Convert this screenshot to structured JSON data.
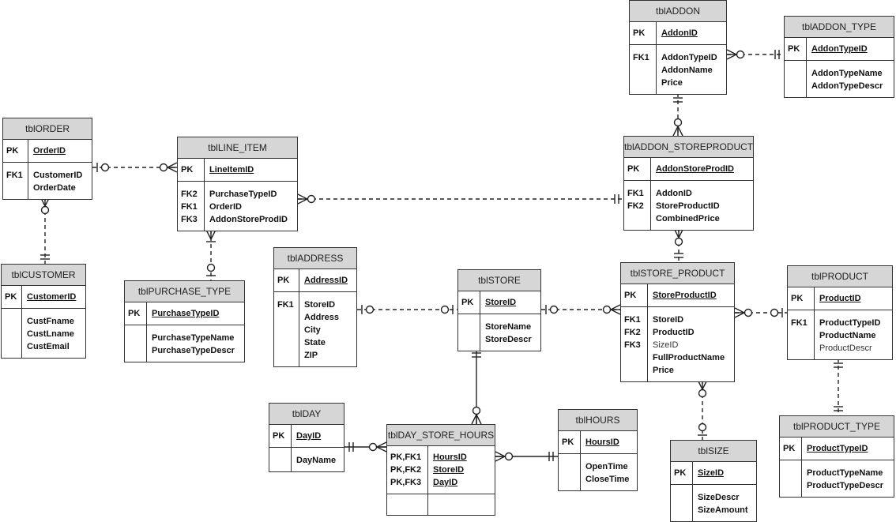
{
  "entities": [
    {
      "id": "tblORDER",
      "title": "tblORDER",
      "pk": [
        [
          "PK",
          "OrderID"
        ]
      ],
      "attrs": [
        [
          "FK1",
          "CustomerID"
        ],
        [
          "",
          "OrderDate"
        ]
      ]
    },
    {
      "id": "tblCUSTOMER",
      "title": "tblCUSTOMER",
      "pk": [
        [
          "PK",
          "CustomerID"
        ]
      ],
      "attrs": [
        [
          "",
          "CustFname"
        ],
        [
          "",
          "CustLname"
        ],
        [
          "",
          "CustEmail"
        ]
      ]
    },
    {
      "id": "tblLINE_ITEM",
      "title": "tblLINE_ITEM",
      "pk": [
        [
          "PK",
          "LineItemID"
        ]
      ],
      "attrs": [
        [
          "FK2",
          "PurchaseTypeID"
        ],
        [
          "FK1",
          "OrderID"
        ],
        [
          "FK3",
          "AddonStoreProdID"
        ]
      ]
    },
    {
      "id": "tblPURCHASE_TYPE",
      "title": "tblPURCHASE_TYPE",
      "pk": [
        [
          "PK",
          "PurchaseTypeID"
        ]
      ],
      "attrs": [
        [
          "",
          "PurchaseTypeName"
        ],
        [
          "",
          "PurchaseTypeDescr"
        ]
      ]
    },
    {
      "id": "tblADDRESS",
      "title": "tblADDRESS",
      "pk": [
        [
          "PK",
          "AddressID"
        ]
      ],
      "attrs": [
        [
          "FK1",
          "StoreID"
        ],
        [
          "",
          "Address"
        ],
        [
          "",
          "City"
        ],
        [
          "",
          "State"
        ],
        [
          "",
          "ZIP"
        ]
      ]
    },
    {
      "id": "tblSTORE",
      "title": "tblSTORE",
      "pk": [
        [
          "PK",
          "StoreID"
        ]
      ],
      "attrs": [
        [
          "",
          "StoreName"
        ],
        [
          "",
          "StoreDescr"
        ]
      ]
    },
    {
      "id": "tblDAY",
      "title": "tblDAY",
      "pk": [
        [
          "PK",
          "DayID"
        ]
      ],
      "attrs": [
        [
          "",
          "DayName"
        ]
      ]
    },
    {
      "id": "tblDAY_STORE_HOURS",
      "title": "tblDAY_STORE_HOURS",
      "pk": [
        [
          "PK,FK1",
          "HoursID"
        ],
        [
          "PK,FK2",
          "StoreID"
        ],
        [
          "PK,FK3",
          "DayID"
        ]
      ],
      "attrs": [],
      "emptyAttrs": true
    },
    {
      "id": "tblHOURS",
      "title": "tblHOURS",
      "pk": [
        [
          "PK",
          "HoursID"
        ]
      ],
      "attrs": [
        [
          "",
          "OpenTime"
        ],
        [
          "",
          "CloseTime"
        ]
      ]
    },
    {
      "id": "tblADDON",
      "title": "tblADDON",
      "pk": [
        [
          "PK",
          "AddonID"
        ]
      ],
      "attrs": [
        [
          "FK1",
          "AddonTypeID"
        ],
        [
          "",
          "AddonName"
        ],
        [
          "",
          "Price"
        ]
      ]
    },
    {
      "id": "tblADDON_TYPE",
      "title": "tblADDON_TYPE",
      "pk": [
        [
          "PK",
          "AddonTypeID"
        ]
      ],
      "attrs": [
        [
          "",
          "AddonTypeName"
        ],
        [
          "",
          "AddonTypeDescr"
        ]
      ]
    },
    {
      "id": "tblADDON_STOREPRODUCT",
      "title": "tblADDON_STOREPRODUCT",
      "pk": [
        [
          "PK",
          "AddonStoreProdID"
        ]
      ],
      "attrs": [
        [
          "FK1",
          "AddonID"
        ],
        [
          "FK2",
          "StoreProductID"
        ],
        [
          "",
          "CombinedPrice"
        ]
      ]
    },
    {
      "id": "tblSTORE_PRODUCT",
      "title": "tblSTORE_PRODUCT",
      "pk": [
        [
          "PK",
          "StoreProductID"
        ]
      ],
      "attrs": [
        [
          "FK1",
          "StoreID"
        ],
        [
          "FK2",
          "ProductID"
        ],
        [
          "FK3",
          "SizeID",
          "plain"
        ],
        [
          "",
          "FullProductName"
        ],
        [
          "",
          "Price"
        ]
      ]
    },
    {
      "id": "tblPRODUCT",
      "title": "tblPRODUCT",
      "pk": [
        [
          "PK",
          "ProductID"
        ]
      ],
      "attrs": [
        [
          "FK1",
          "ProductTypeID"
        ],
        [
          "",
          "ProductName"
        ],
        [
          "",
          "ProductDescr",
          "plain"
        ]
      ]
    },
    {
      "id": "tblSIZE",
      "title": "tblSIZE",
      "pk": [
        [
          "PK",
          "SizeID"
        ]
      ],
      "attrs": [
        [
          "",
          "SizeDescr"
        ],
        [
          "",
          "SizeAmount"
        ]
      ]
    },
    {
      "id": "tblPRODUCT_TYPE",
      "title": "tblPRODUCT_TYPE",
      "pk": [
        [
          "PK",
          "ProductTypeID"
        ]
      ],
      "attrs": [
        [
          "",
          "ProductTypeName"
        ],
        [
          "",
          "ProductTypeDescr"
        ]
      ]
    }
  ],
  "relationships": [
    {
      "from": "tblORDER",
      "to": "tblLINE_ITEM",
      "fromEnd": "zero-or-one",
      "toEnd": "zero-or-many",
      "style": "dashed"
    },
    {
      "from": "tblORDER",
      "to": "tblCUSTOMER",
      "fromEnd": "zero-or-many",
      "toEnd": "exactly-one",
      "style": "dashed"
    },
    {
      "from": "tblLINE_ITEM",
      "to": "tblPURCHASE_TYPE",
      "fromEnd": "one-or-many",
      "toEnd": "zero-or-one",
      "style": "dashed"
    },
    {
      "from": "tblLINE_ITEM",
      "to": "tblADDON_STOREPRODUCT",
      "fromEnd": "zero-or-many",
      "toEnd": "exactly-one",
      "style": "dashed"
    },
    {
      "from": "tblADDRESS",
      "to": "tblSTORE",
      "fromEnd": "zero-or-one",
      "toEnd": "zero-or-one",
      "style": "dashed"
    },
    {
      "from": "tblSTORE",
      "to": "tblSTORE_PRODUCT",
      "fromEnd": "zero-or-one",
      "toEnd": "zero-or-many",
      "style": "dashed"
    },
    {
      "from": "tblSTORE",
      "to": "tblDAY_STORE_HOURS",
      "fromEnd": "exactly-one",
      "toEnd": "zero-or-many",
      "style": "solid"
    },
    {
      "from": "tblDAY",
      "to": "tblDAY_STORE_HOURS",
      "fromEnd": "exactly-one",
      "toEnd": "zero-or-many",
      "style": "solid"
    },
    {
      "from": "tblHOURS",
      "to": "tblDAY_STORE_HOURS",
      "fromEnd": "exactly-one",
      "toEnd": "zero-or-many",
      "style": "solid"
    },
    {
      "from": "tblADDON",
      "to": "tblADDON_TYPE",
      "fromEnd": "zero-or-many",
      "toEnd": "exactly-one",
      "style": "dashed"
    },
    {
      "from": "tblADDON",
      "to": "tblADDON_STOREPRODUCT",
      "fromEnd": "exactly-one",
      "toEnd": "zero-or-many",
      "style": "dashed"
    },
    {
      "from": "tblADDON_STOREPRODUCT",
      "to": "tblSTORE_PRODUCT",
      "fromEnd": "zero-or-many",
      "toEnd": "exactly-one",
      "style": "dashed"
    },
    {
      "from": "tblSTORE_PRODUCT",
      "to": "tblPRODUCT",
      "fromEnd": "zero-or-many",
      "toEnd": "zero-or-one",
      "style": "dashed"
    },
    {
      "from": "tblSTORE_PRODUCT",
      "to": "tblSIZE",
      "fromEnd": "zero-or-many",
      "toEnd": "zero-or-one",
      "style": "dashed"
    },
    {
      "from": "tblPRODUCT",
      "to": "tblPRODUCT_TYPE",
      "fromEnd": "exactly-one",
      "toEnd": "exactly-one",
      "style": "dashed"
    }
  ],
  "colors": {
    "header": "#d6d6d6",
    "border": "#333333",
    "line": "#222222"
  }
}
